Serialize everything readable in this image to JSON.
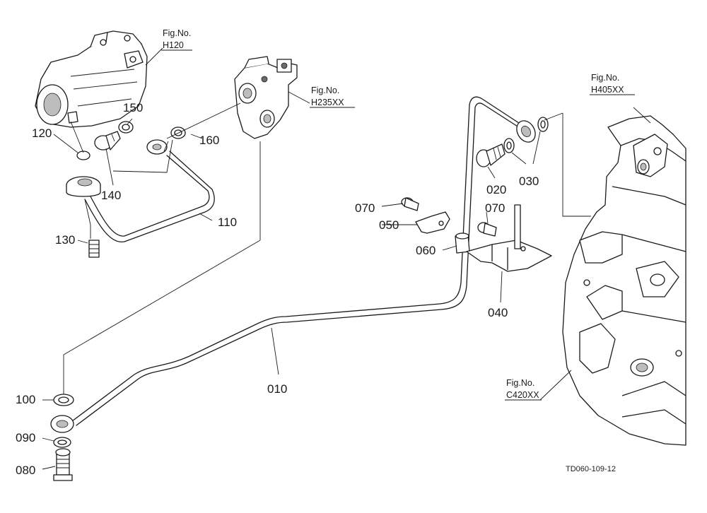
{
  "parts": {
    "p010": "010",
    "p020": "020",
    "p030": "030",
    "p040": "040",
    "p050": "050",
    "p060": "060",
    "p070a": "070",
    "p070b": "070",
    "p080": "080",
    "p090": "090",
    "p100": "100",
    "p110": "110",
    "p120": "120",
    "p130": "130",
    "p140": "140",
    "p150": "150",
    "p160": "160"
  },
  "figure_refs": {
    "h120": {
      "label": "Fig.No.",
      "code": "H120"
    },
    "h235xx": {
      "label": "Fig.No.",
      "code": "H235XX"
    },
    "h405xx": {
      "label": "Fig.No.",
      "code": "H405XX"
    },
    "c420xx": {
      "label": "Fig.No.",
      "code": "C420XX"
    }
  },
  "drawing_code": "TD060-109-12",
  "colors": {
    "line": "#1a1a1a",
    "background": "#ffffff",
    "shade": "#bdbdbd"
  }
}
